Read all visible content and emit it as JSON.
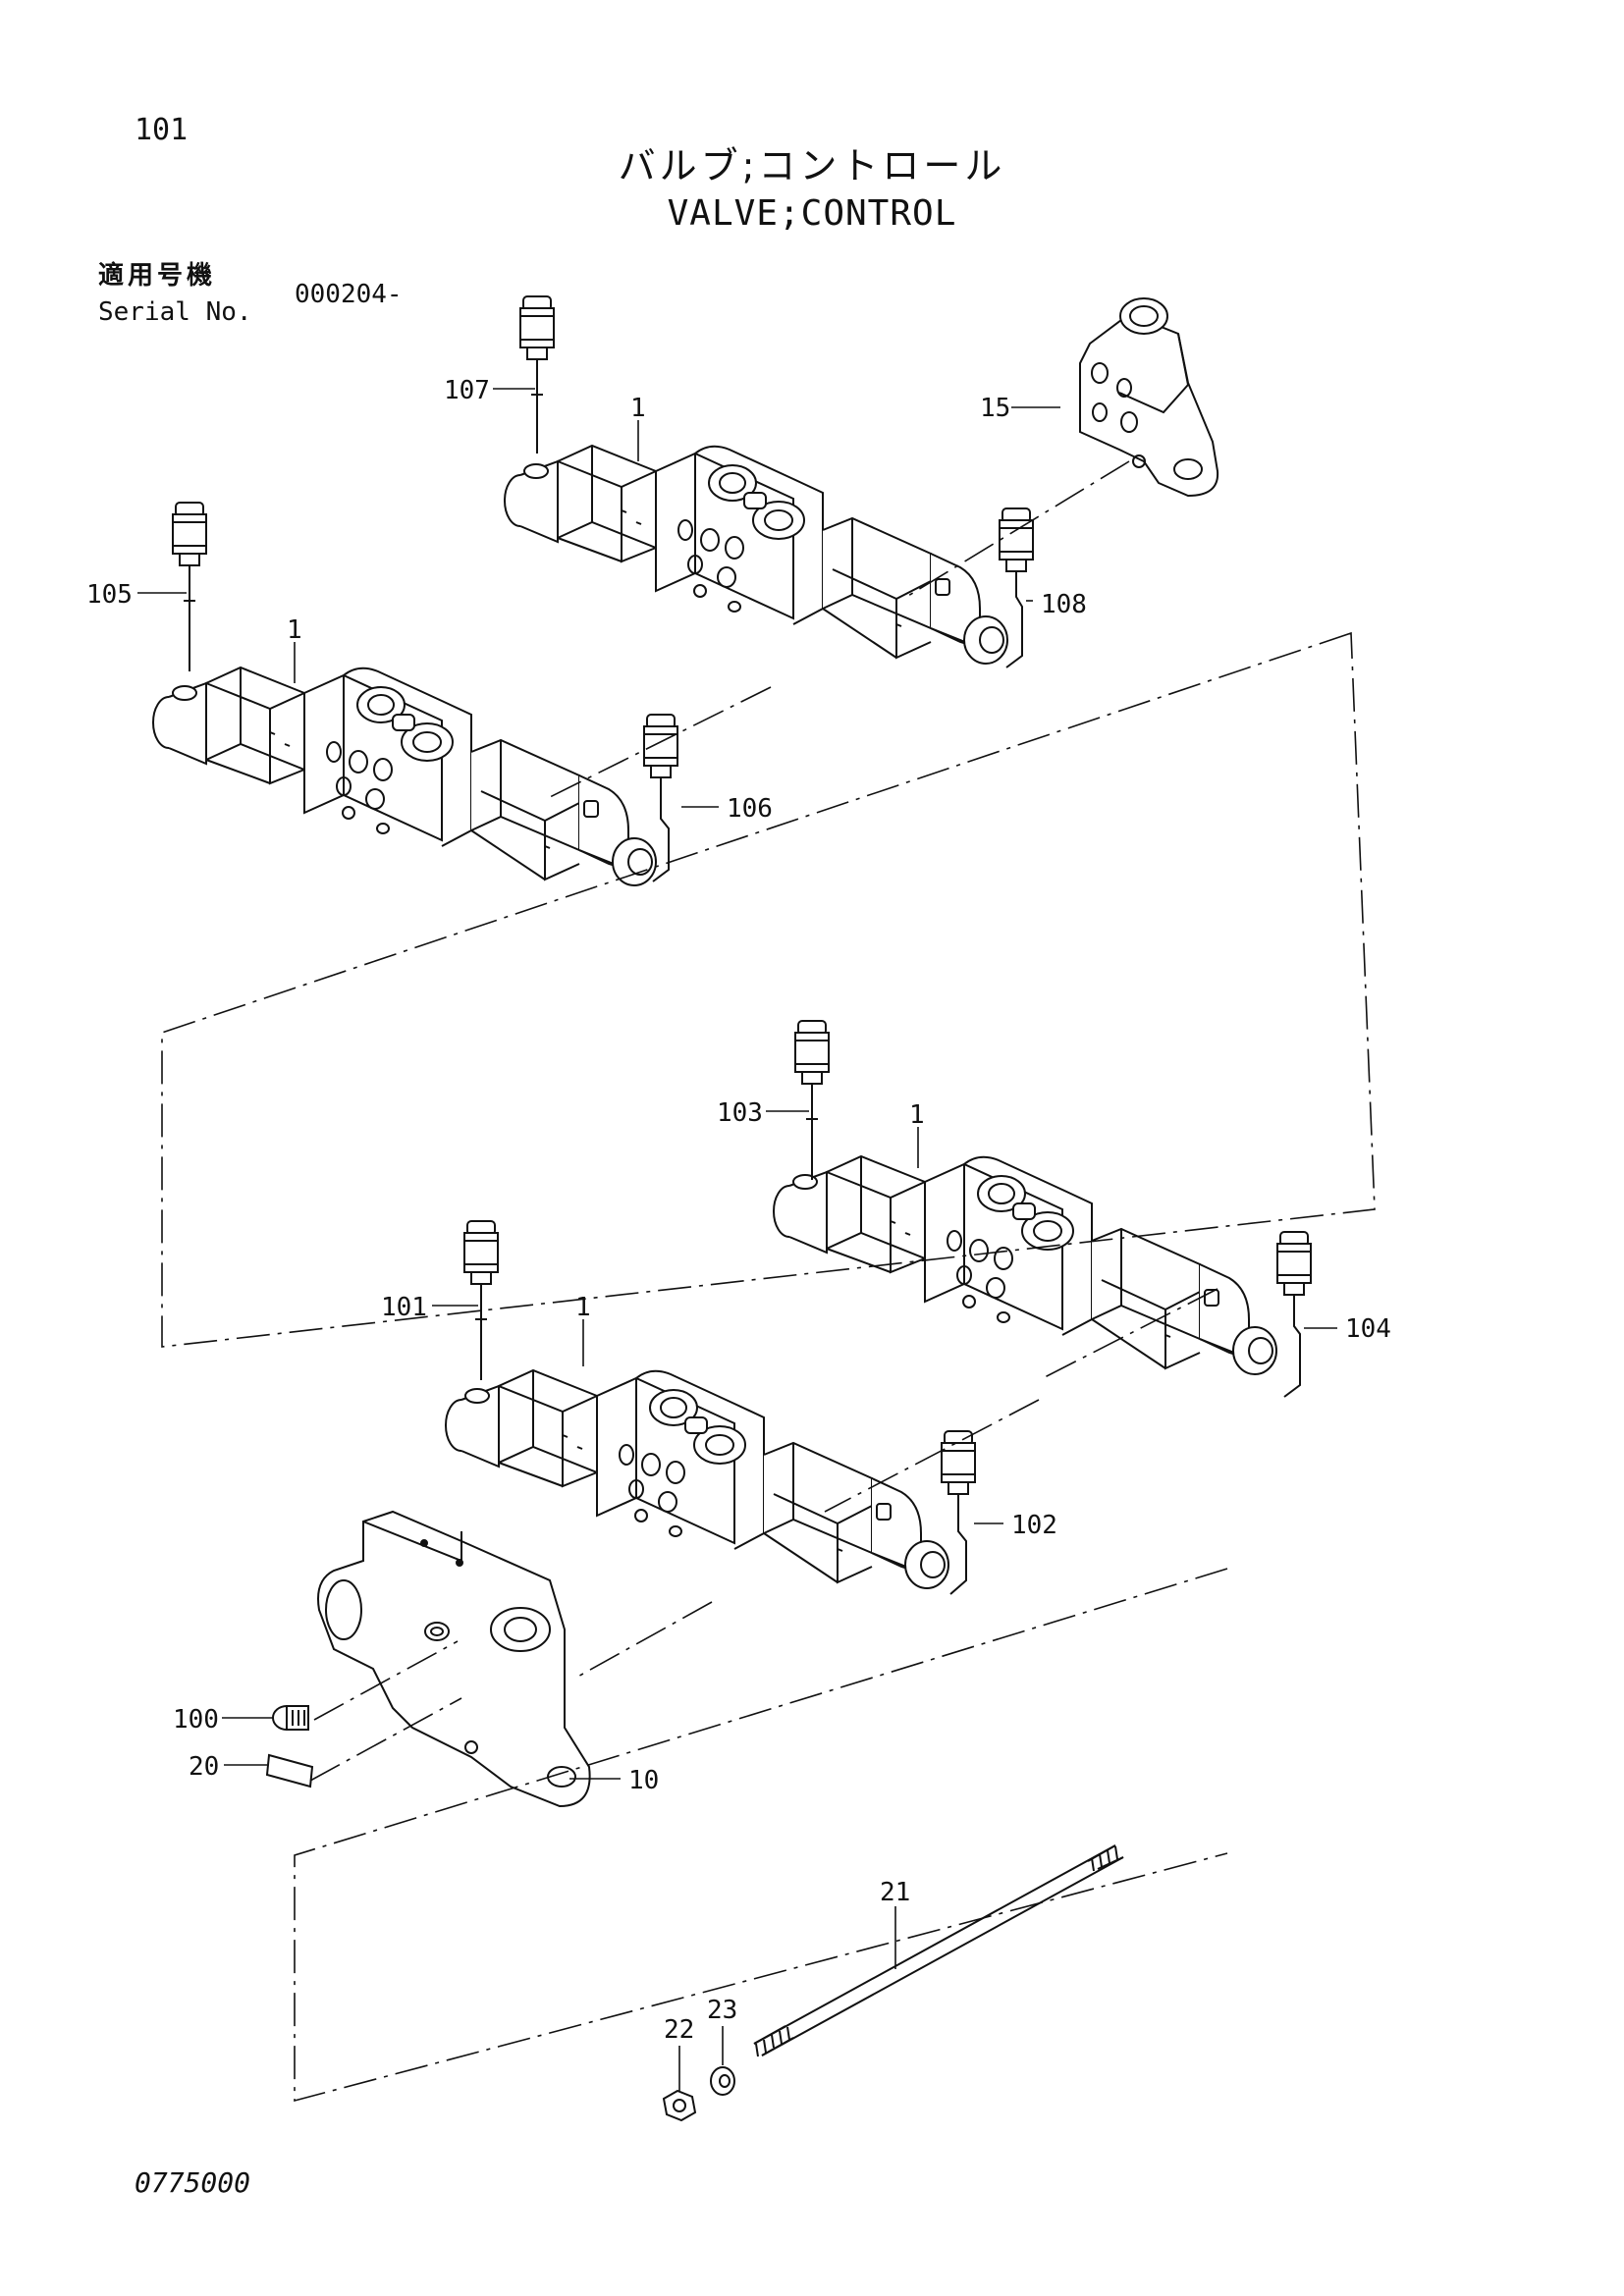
{
  "header": {
    "page_number": "101",
    "title_japanese": "バルブ;コントロール",
    "title_english": "VALVE;CONTROL",
    "serial_label_japanese": "適用号機",
    "serial_label_english": "Serial No.",
    "serial_value": "000204-"
  },
  "callouts": {
    "c1a": "1",
    "c1b": "1",
    "c1c": "1",
    "c1d": "1",
    "c10": "10",
    "c15": "15",
    "c20": "20",
    "c21": "21",
    "c22": "22",
    "c23": "23",
    "c100": "100",
    "c101": "101",
    "c102": "102",
    "c103": "103",
    "c104": "104",
    "c105": "105",
    "c106": "106",
    "c107": "107",
    "c108": "108"
  },
  "footer": {
    "drawing_number": "0775000"
  }
}
